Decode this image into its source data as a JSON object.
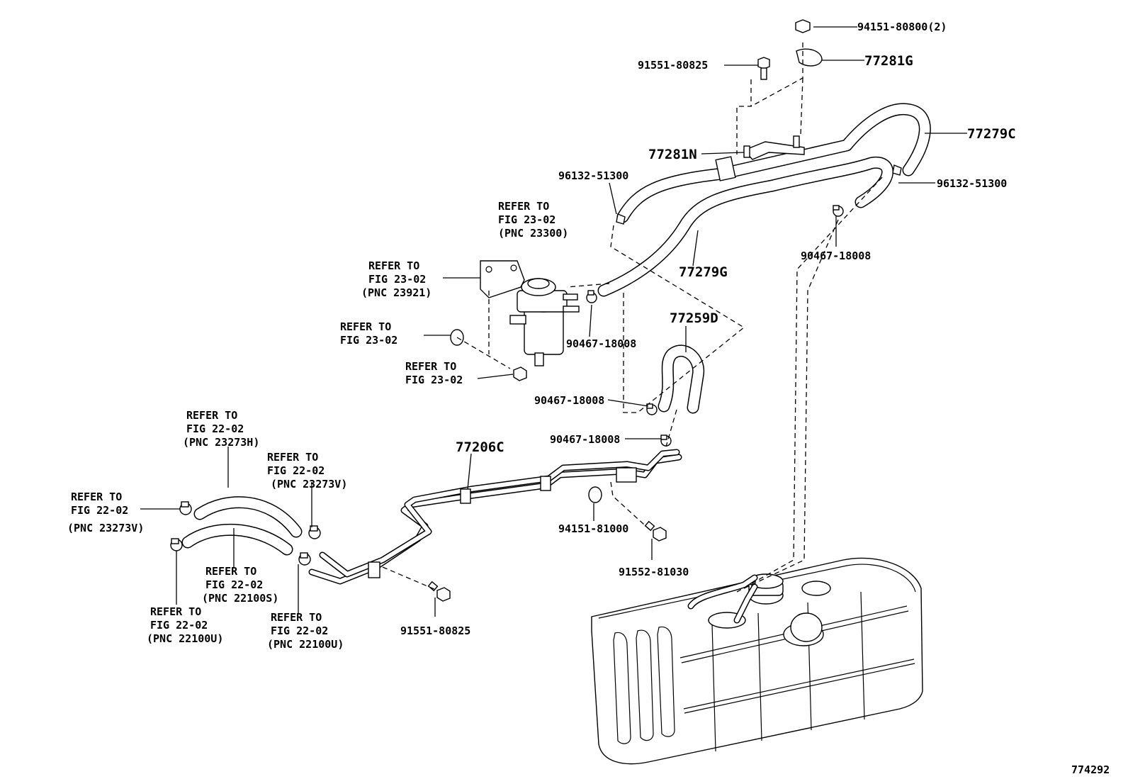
{
  "diagram": {
    "figure_id": "774292",
    "main_parts": {
      "p77281G": "77281G",
      "p77279C": "77279C",
      "p77281N": "77281N",
      "p77279G": "77279G",
      "p77259D": "77259D",
      "p77206C": "77206C"
    },
    "part_numbers": {
      "nut_top": "94151-80800(2)",
      "bolt_top": "91551-80825",
      "clip_top_left": "96132-51300",
      "clip_top_right": "96132-51300",
      "clamp_right": "90467-18008",
      "clamp_mid": "90467-18008",
      "clamp_lower": "90467-18008",
      "clamp_bottom": "90467-18008",
      "nut_mid": "94151-81000",
      "bolt_mid": "91552-81030",
      "bolt_bottom": "91551-80825"
    },
    "refs": {
      "r1": [
        "REFER TO",
        "FIG 23-02",
        "(PNC 23300)"
      ],
      "r2": [
        "REFER TO",
        "FIG 23-02",
        "(PNC 23921)"
      ],
      "r3": [
        "REFER TO",
        "FIG 23-02"
      ],
      "r4": [
        "REFER TO",
        "FIG 23-02"
      ],
      "r5": [
        "REFER TO",
        "FIG 22-02",
        "(PNC 23273H)"
      ],
      "r6": [
        "REFER TO",
        "FIG 22-02",
        "(PNC 23273V)"
      ],
      "r7": [
        "REFER TO",
        "FIG 22-02",
        "(PNC 23273V)"
      ],
      "r8": [
        "REFER TO",
        "FIG 22-02",
        "(PNC 22100S)"
      ],
      "r9": [
        "REFER TO",
        "FIG 22-02",
        "(PNC 22100U)"
      ],
      "r10": [
        "REFER TO",
        "FIG 22-02",
        "(PNC 22100U)"
      ]
    }
  }
}
